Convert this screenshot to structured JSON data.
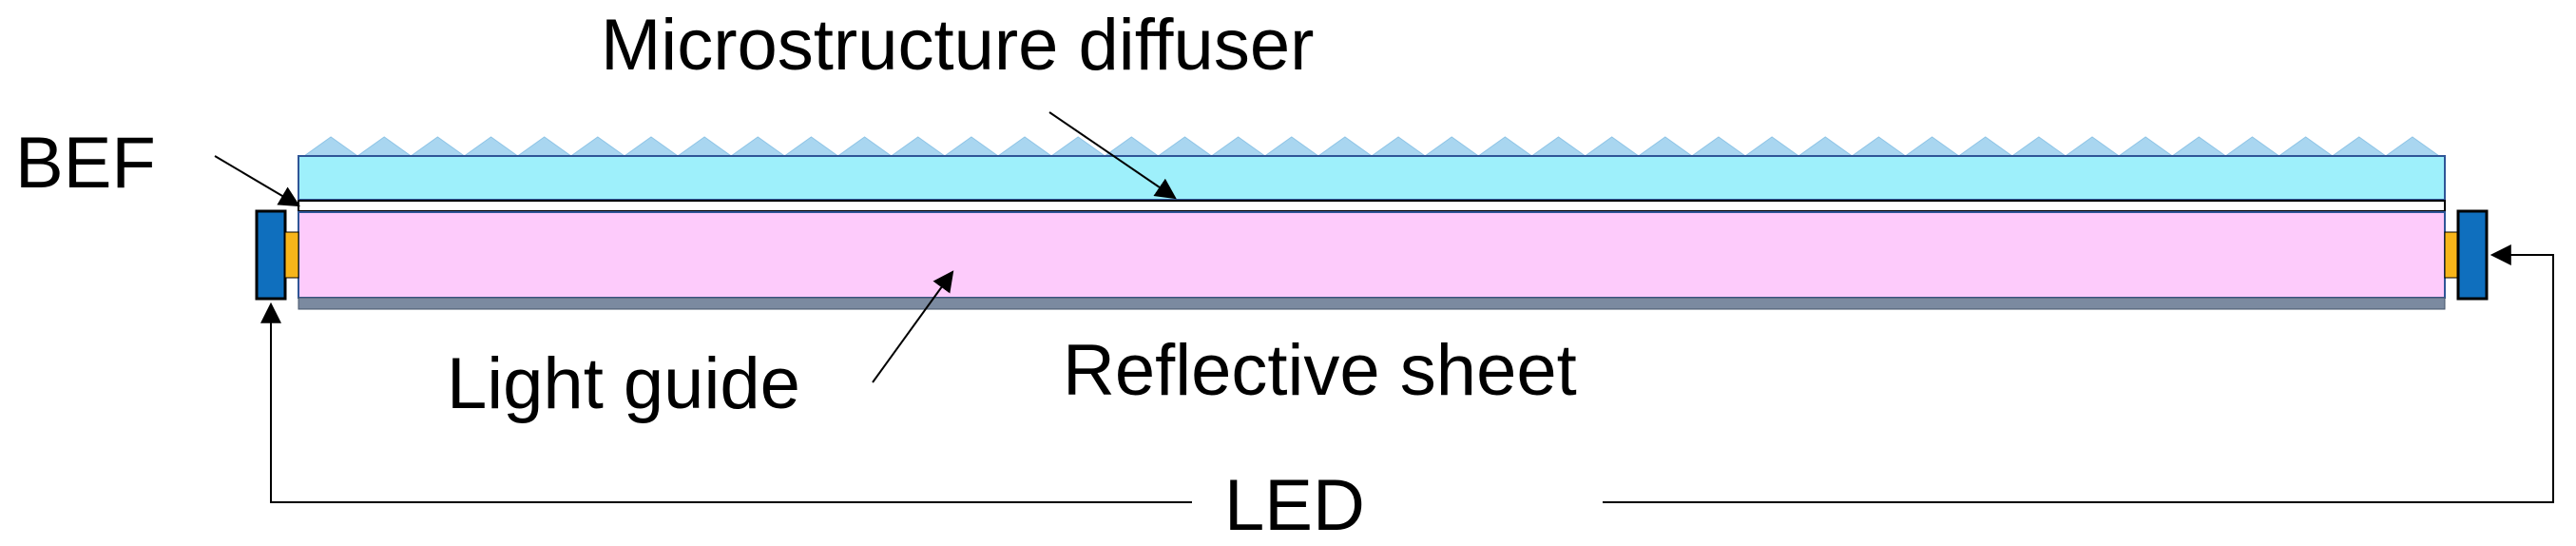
{
  "labels": {
    "microstructure_diffuser": "Microstructure diffuser",
    "bef": "BEF",
    "light_guide": "Light guide",
    "reflective_sheet": "Reflective sheet",
    "led": "LED"
  },
  "colors": {
    "diffuser_fill": "#9ef0fb",
    "diffuser_edge": "#2f5597",
    "prism_fill": "#a9d6f0",
    "bef_fill": "#ffffff",
    "light_guide_fill": "#fdcbfb",
    "reflective_fill": "#7b8aa0",
    "led_body": "#0f6fbe",
    "led_emitter": "#f7b51a",
    "line": "#000000"
  },
  "prism_count": 40
}
